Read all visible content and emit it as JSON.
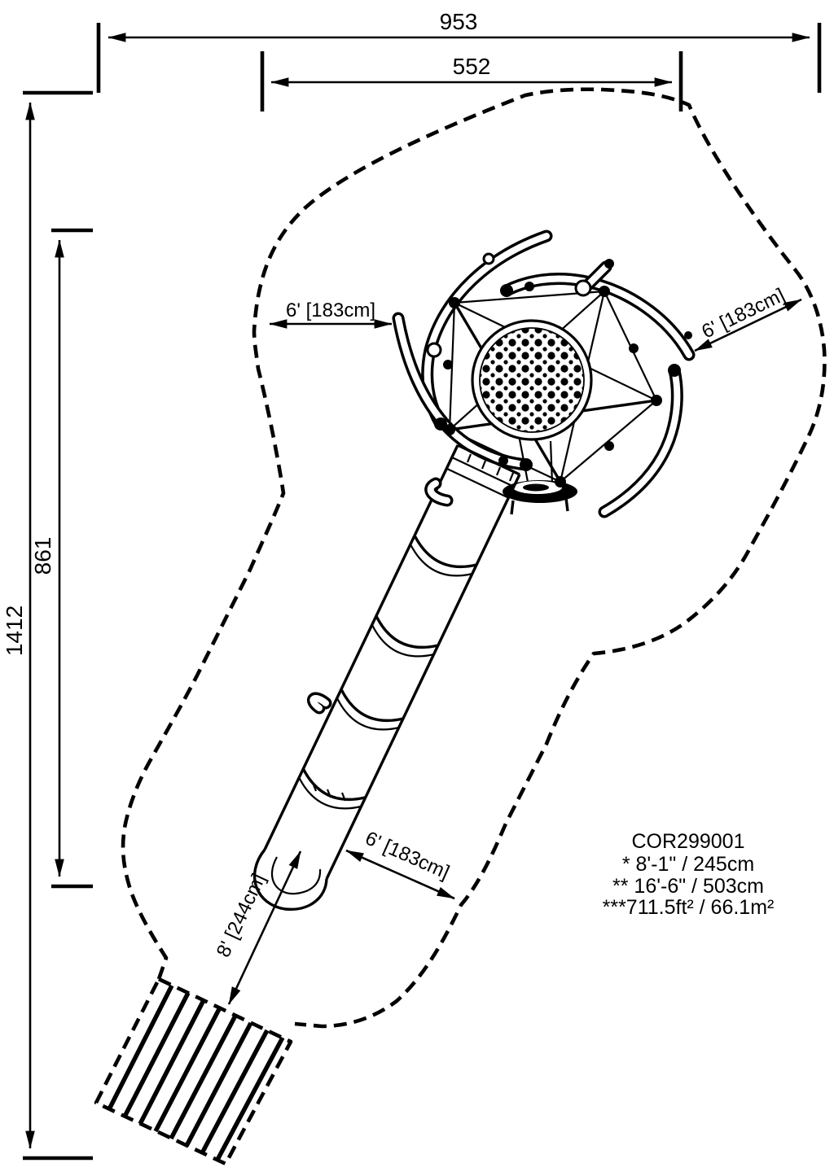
{
  "page": {
    "background": "#ffffff",
    "line_color": "#000000"
  },
  "dimensions": {
    "overall_width": "953",
    "platform_width": "552",
    "overall_length": "1412",
    "tower_length": "861"
  },
  "clearances": {
    "left": "6' [183cm]",
    "upper_right": "6' [183cm]",
    "slide_side": "6' [183cm]",
    "slide_runout": "8' [244cm]"
  },
  "info_block": {
    "model": "COR299001",
    "line1": "* 8'-1\" / 245cm",
    "line2": "** 16'-6\" / 503cm",
    "line3": "***711.5ft² / 66.1m²"
  }
}
